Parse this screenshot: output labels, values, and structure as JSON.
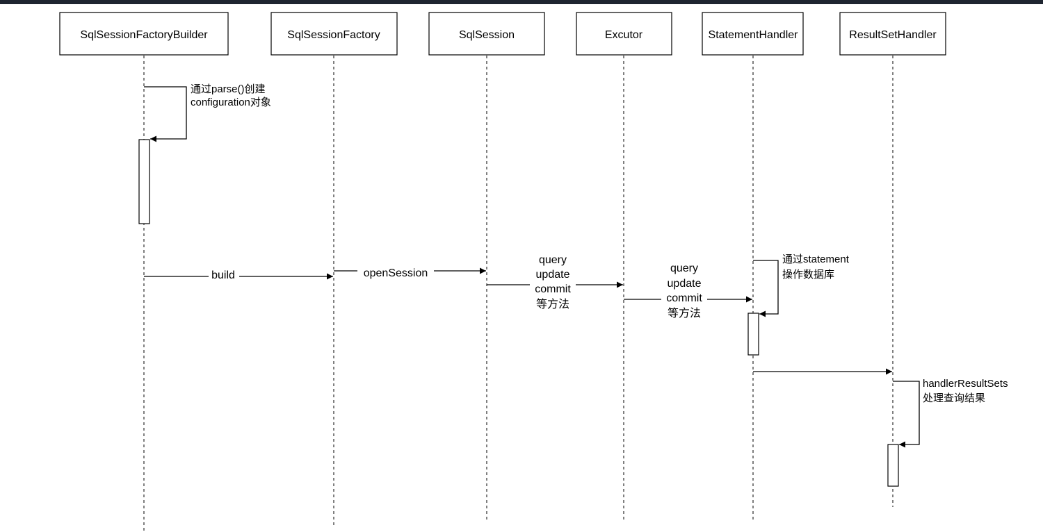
{
  "participants": [
    {
      "id": "builder",
      "label": "SqlSessionFactoryBuilder"
    },
    {
      "id": "factory",
      "label": "SqlSessionFactory"
    },
    {
      "id": "session",
      "label": "SqlSession"
    },
    {
      "id": "executor",
      "label": "Excutor"
    },
    {
      "id": "statement",
      "label": "StatementHandler"
    },
    {
      "id": "resultset",
      "label": "ResultSetHandler"
    }
  ],
  "self_messages": [
    {
      "line1": "通过parse()创建",
      "line2": "configuration对象"
    },
    {
      "line1": "通过statement",
      "line2": "操作数据库"
    },
    {
      "line1": "handlerResultSets",
      "line2": "处理查询结果"
    }
  ],
  "messages": [
    {
      "label": "build"
    },
    {
      "label": "openSession"
    },
    {
      "line1": "query",
      "line2": "update",
      "line3": "commit",
      "line4": "等方法"
    },
    {
      "line1": "query",
      "line2": "update",
      "line3": "commit",
      "line4": "等方法"
    }
  ],
  "colors": {
    "line": "#000000",
    "background": "#ffffff",
    "top_bar": "#1e2530"
  }
}
